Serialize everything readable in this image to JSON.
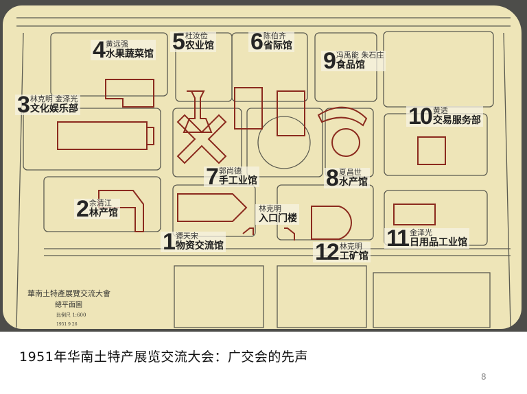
{
  "map": {
    "title_line1": "華南土特產展覽交流大會",
    "title_line2": "總平面圖",
    "scale": "比例尺 1:600",
    "date": "1951 9 26",
    "pavilions": [
      {
        "number": "1",
        "architect": "谭天宋",
        "name": "物资交流馆"
      },
      {
        "number": "2",
        "architect": "余清江",
        "name": "林产馆"
      },
      {
        "number": "3",
        "architect": "林克明  金泽光",
        "name": "文化娱乐部"
      },
      {
        "number": "4",
        "architect": "黄远强",
        "name": "水果蔬菜馆"
      },
      {
        "number": "5",
        "architect": "杜汝俭",
        "name": "农业馆"
      },
      {
        "number": "6",
        "architect": "陈伯齐",
        "name": "省际馆"
      },
      {
        "number": "7",
        "architect": "郭尚德",
        "name": "手工业馆"
      },
      {
        "number": "8",
        "architect": "夏昌世",
        "name": "水产馆"
      },
      {
        "number": "9",
        "architect": "冯禹能  朱石庄",
        "name": "食品馆"
      },
      {
        "number": "10",
        "architect": "黄适",
        "name": "交易服务部"
      },
      {
        "number": "11",
        "architect": "金泽光",
        "name": "日用品工业馆"
      },
      {
        "number": "12",
        "architect": "林克明",
        "name": "工矿馆"
      }
    ],
    "entrance": {
      "architect": "林克明",
      "name": "入口门楼"
    }
  },
  "caption": "1951年华南土特产展览交流大会：广交会的先声",
  "page_number": "8",
  "colors": {
    "building_outline": "#8b2a1e",
    "map_paper": "#eee5b8",
    "frame": "#4d4d4a"
  }
}
